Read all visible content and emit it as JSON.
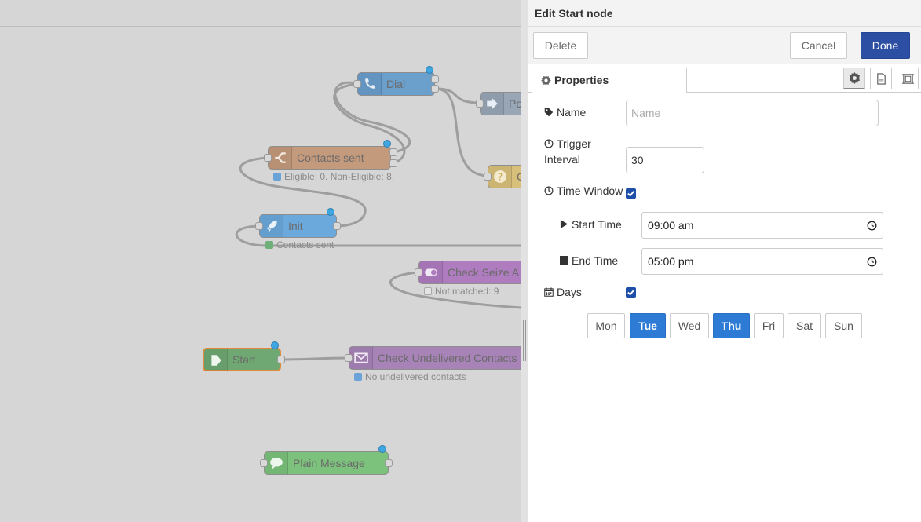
{
  "workspace": {
    "nodes": {
      "dial": "Dial",
      "po": "Po",
      "contacts_sent": "Contacts sent",
      "contacts_sent_status": "Eligible: 0. Non-Eligible: 8.",
      "init": "Init",
      "init_status": "Contacts sent",
      "question": "C",
      "check_seize": "Check Seize A",
      "check_seize_status": "Not matched: 9",
      "start": "Start",
      "check_undelivered": "Check Undelivered Contacts",
      "check_undelivered_status": "No undelivered contacts",
      "plain_message": "Plain Message"
    }
  },
  "tray": {
    "title": "Edit Start node",
    "buttons": {
      "delete": "Delete",
      "cancel": "Cancel",
      "done": "Done"
    },
    "tab": "Properties",
    "form": {
      "name_label": "Name",
      "name_placeholder": "Name",
      "name_value": "",
      "trigger_label_1": "Trigger",
      "trigger_label_2": "Interval",
      "trigger_value": "30",
      "time_window_label": "Time Window",
      "start_time_label": "Start Time",
      "start_time_value": "09:00 am",
      "end_time_label": "End Time",
      "end_time_value": "05:00 pm",
      "days_label": "Days",
      "days": [
        {
          "label": "Mon",
          "selected": false
        },
        {
          "label": "Tue",
          "selected": true
        },
        {
          "label": "Wed",
          "selected": false
        },
        {
          "label": "Thu",
          "selected": true
        },
        {
          "label": "Fri",
          "selected": false
        },
        {
          "label": "Sat",
          "selected": false
        },
        {
          "label": "Sun",
          "selected": false
        }
      ]
    }
  },
  "colors": {
    "primary_button": "#2c4fa3",
    "day_selected": "#2e7bd6",
    "checkbox": "#1e4fa8",
    "status_dot": "#3fa6e2"
  }
}
